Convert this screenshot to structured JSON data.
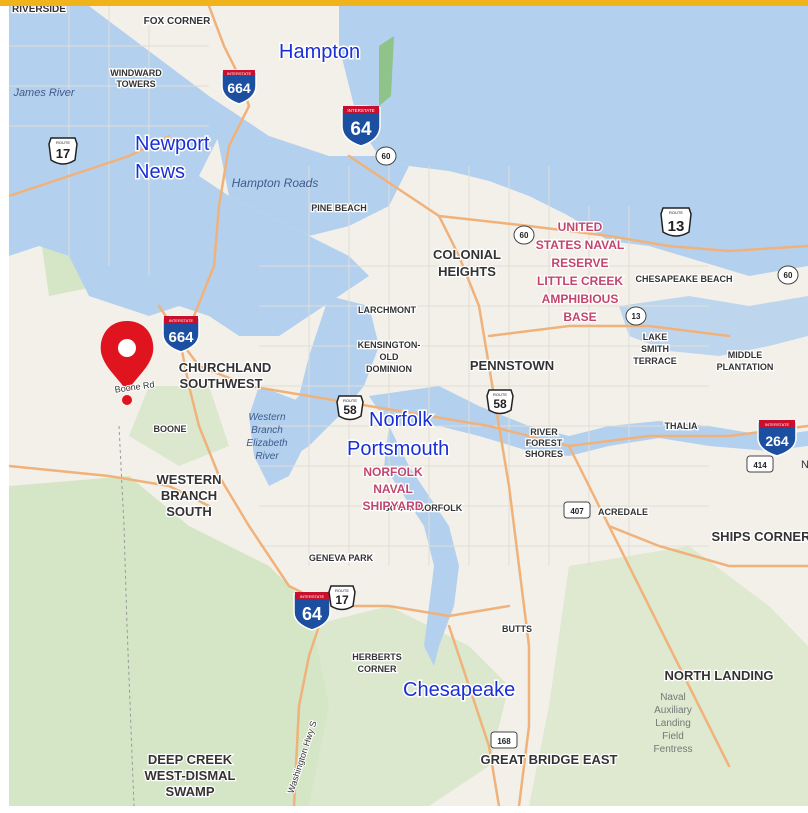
{
  "colors": {
    "water": "#b3d1ee",
    "land": "#f3f0ea",
    "green": "#cfe3c0",
    "road_major": "#f0b27a",
    "road_minor": "#dcdcdc",
    "road_local": "#ece5dc",
    "topbar": "#f0b31a",
    "city_label": "#1a2fd6",
    "poi_label": "#c2456e",
    "area_label": "#333333",
    "pin": "#e0141e"
  },
  "cities": [
    {
      "id": "hampton",
      "text": "Hampton"
    },
    {
      "id": "newport-news-1",
      "text": "Newport"
    },
    {
      "id": "newport-news-2",
      "text": "News"
    },
    {
      "id": "norfolk",
      "text": "Norfolk"
    },
    {
      "id": "portsmouth",
      "text": "Portsmouth"
    },
    {
      "id": "chesapeake",
      "text": "Chesapeake"
    }
  ],
  "areas": [
    {
      "id": "riverside",
      "text": "RIVERSIDE"
    },
    {
      "id": "fox-corner",
      "text": "FOX CORNER"
    },
    {
      "id": "windward-1",
      "text": "WINDWARD"
    },
    {
      "id": "windward-2",
      "text": "TOWERS"
    },
    {
      "id": "pine-beach",
      "text": "PINE BEACH"
    },
    {
      "id": "colonial-1",
      "text": "COLONIAL"
    },
    {
      "id": "colonial-2",
      "text": "HEIGHTS"
    },
    {
      "id": "larchmont",
      "text": "LARCHMONT"
    },
    {
      "id": "kensington-1",
      "text": "KENSINGTON-"
    },
    {
      "id": "kensington-2",
      "text": "OLD"
    },
    {
      "id": "kensington-3",
      "text": "DOMINION"
    },
    {
      "id": "pennstown",
      "text": "PENNSTOWN"
    },
    {
      "id": "churchland-1",
      "text": "CHURCHLAND"
    },
    {
      "id": "churchland-2",
      "text": "SOUTHWEST"
    },
    {
      "id": "boone",
      "text": "BOONE"
    },
    {
      "id": "river-forest-1",
      "text": "RIVER"
    },
    {
      "id": "river-forest-2",
      "text": "FOREST"
    },
    {
      "id": "river-forest-3",
      "text": "SHORES"
    },
    {
      "id": "chesapeake-beach",
      "text": "CHESAPEAKE BEACH"
    },
    {
      "id": "lake-smith-1",
      "text": "LAKE"
    },
    {
      "id": "lake-smith-2",
      "text": "SMITH"
    },
    {
      "id": "lake-smith-3",
      "text": "TERRACE"
    },
    {
      "id": "middle-plant-1",
      "text": "MIDDLE"
    },
    {
      "id": "middle-plant-2",
      "text": "PLANTATION"
    },
    {
      "id": "thalia",
      "text": "THALIA"
    },
    {
      "id": "western-branch-1",
      "text": "WESTERN"
    },
    {
      "id": "western-branch-2",
      "text": "BRANCH"
    },
    {
      "id": "western-branch-3",
      "text": "SOUTH"
    },
    {
      "id": "south-norfolk",
      "text": "SOUTH NORFOLK"
    },
    {
      "id": "acredale",
      "text": "ACREDALE"
    },
    {
      "id": "ships-corner",
      "text": "SHIPS CORNER"
    },
    {
      "id": "geneva-park",
      "text": "GENEVA PARK"
    },
    {
      "id": "butts",
      "text": "BUTTS"
    },
    {
      "id": "herberts-1",
      "text": "HERBERTS"
    },
    {
      "id": "herberts-2",
      "text": "CORNER"
    },
    {
      "id": "north-landing",
      "text": "NORTH LANDING"
    },
    {
      "id": "deep-creek-1",
      "text": "DEEP CREEK"
    },
    {
      "id": "deep-creek-2",
      "text": "WEST-DISMAL"
    },
    {
      "id": "deep-creek-3",
      "text": "SWAMP"
    },
    {
      "id": "great-bridge",
      "text": "GREAT BRIDGE EAST"
    }
  ],
  "pois": [
    {
      "id": "naval-reserve-1",
      "text": "UNITED"
    },
    {
      "id": "naval-reserve-2",
      "text": "STATES NAVAL"
    },
    {
      "id": "naval-reserve-3",
      "text": "RESERVE"
    },
    {
      "id": "naval-reserve-4",
      "text": "LITTLE CREEK"
    },
    {
      "id": "naval-reserve-5",
      "text": "AMPHIBIOUS"
    },
    {
      "id": "naval-reserve-6",
      "text": "BASE"
    },
    {
      "id": "shipyard-1",
      "text": "NORFOLK"
    },
    {
      "id": "shipyard-2",
      "text": "NAVAL"
    },
    {
      "id": "shipyard-3",
      "text": "SHIPYARD"
    }
  ],
  "water_labels": [
    {
      "id": "james-river",
      "text": "James River"
    },
    {
      "id": "hampton-roads",
      "text": "Hampton Roads"
    },
    {
      "id": "western-branch-river-1",
      "text": "Western"
    },
    {
      "id": "western-branch-river-2",
      "text": "Branch"
    },
    {
      "id": "western-branch-river-3",
      "text": "Elizabeth"
    },
    {
      "id": "western-branch-river-4",
      "text": "River"
    },
    {
      "id": "naval-aux-1",
      "text": "Naval"
    },
    {
      "id": "naval-aux-2",
      "text": "Auxiliary"
    },
    {
      "id": "naval-aux-3",
      "text": "Landing"
    },
    {
      "id": "naval-aux-4",
      "text": "Field"
    },
    {
      "id": "naval-aux-5",
      "text": "Fentress"
    }
  ],
  "roads": [
    {
      "id": "boone-rd",
      "text": "Boone Rd"
    },
    {
      "id": "washington-hwy",
      "text": "Washington Hwy S"
    }
  ],
  "shields": {
    "interstate_top": "INTERSTATE",
    "route_top": "ROUTE",
    "i664_a": "664",
    "i64_a": "64",
    "i664_b": "664",
    "i64_b": "64",
    "i264": "264",
    "us17_a": "17",
    "us17_b": "17",
    "us13": "13",
    "us58_a": "58",
    "us58_b": "58",
    "sr60_a": "60",
    "sr60_b": "60",
    "sr60_c": "60",
    "sr13": "13",
    "sr407": "407",
    "sr414": "414",
    "sr168": "168"
  },
  "edge_text": "N"
}
